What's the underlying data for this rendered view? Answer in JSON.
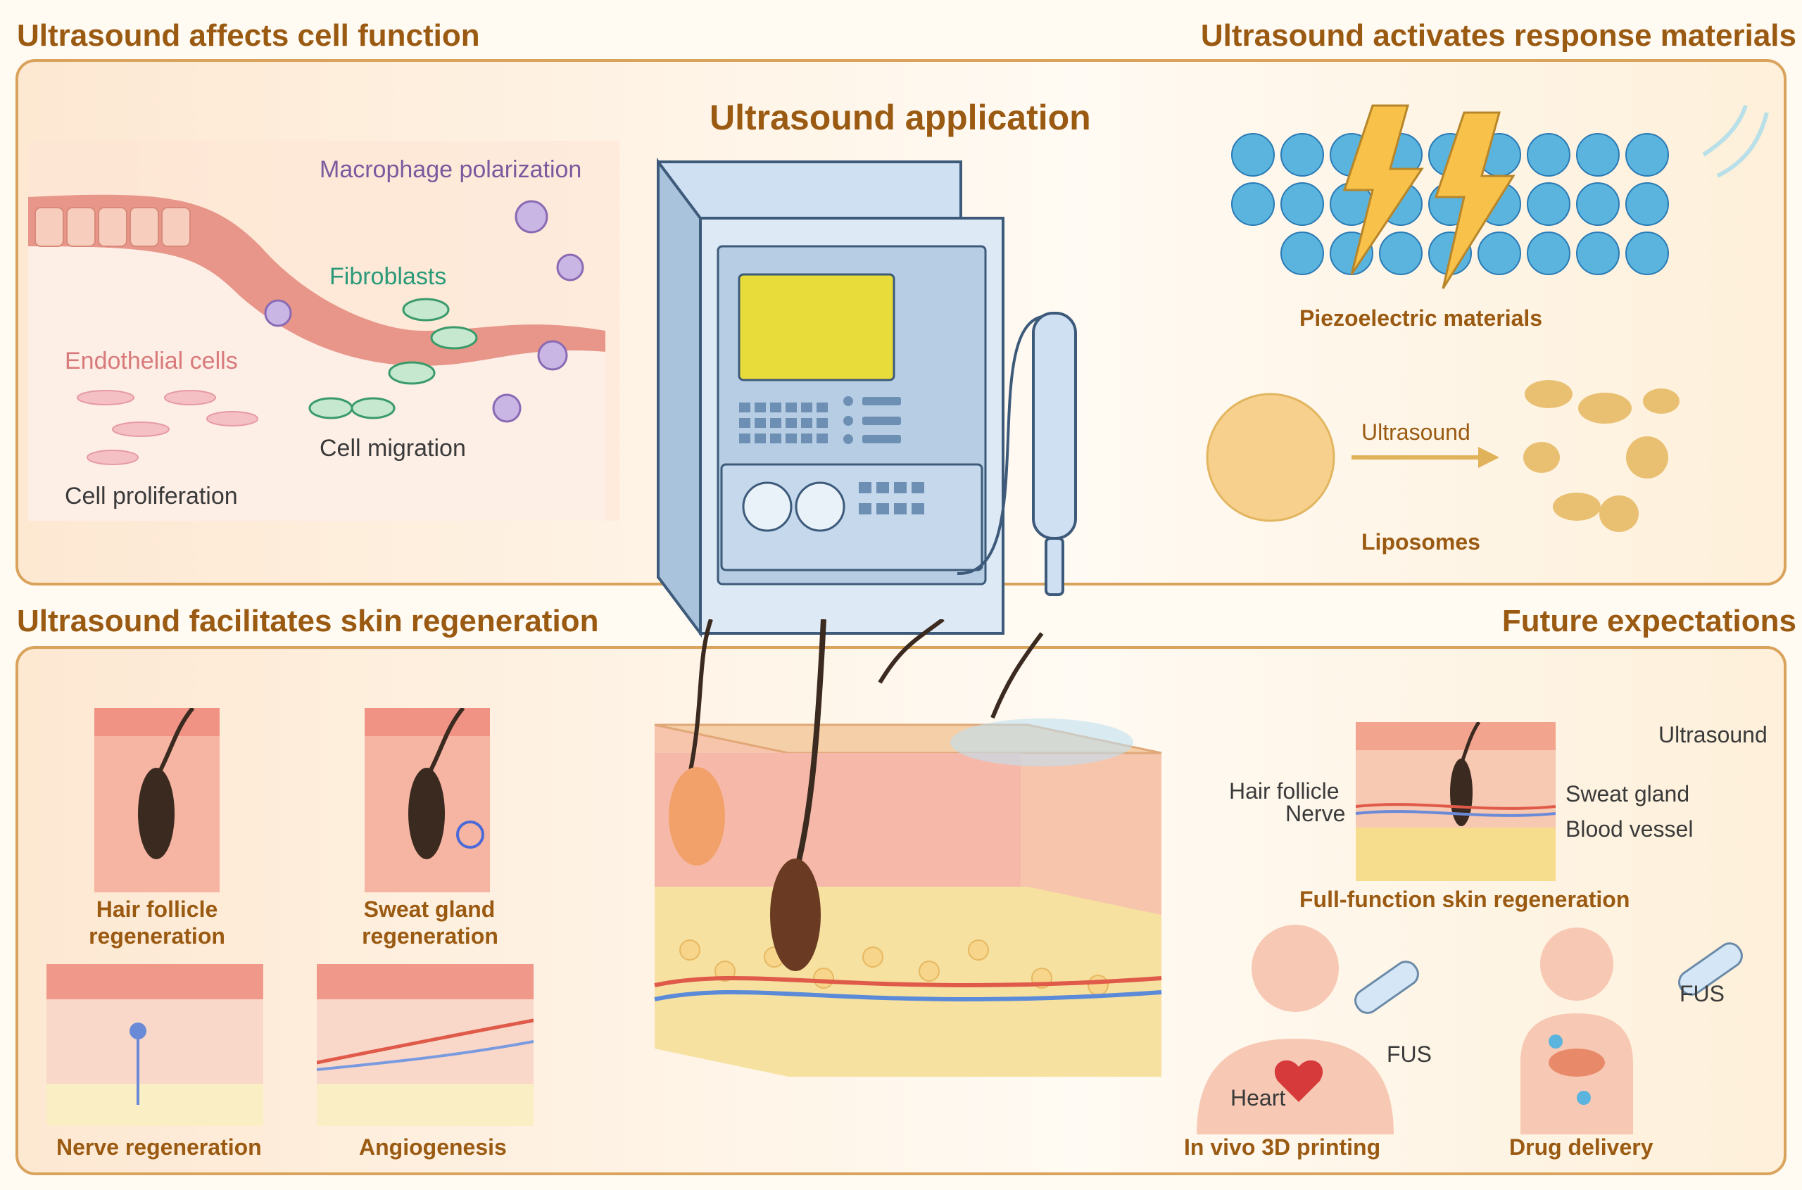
{
  "sections": {
    "cell_function": "Ultrasound affects cell function",
    "response_materials": "Ultrasound activates response materials",
    "skin_regeneration": "Ultrasound facilitates skin regeneration",
    "future": "Future expectations",
    "application": "Ultrasound application"
  },
  "cell_function_labels": {
    "macrophage": "Macrophage polarization",
    "fibroblasts": "Fibroblasts",
    "endothelial": "Endothelial cells",
    "migration": "Cell migration",
    "proliferation": "Cell proliferation"
  },
  "materials_labels": {
    "piezo": "Piezoelectric materials",
    "ultrasound": "Ultrasound",
    "liposomes": "Liposomes"
  },
  "regeneration_labels": {
    "hair_line1": "Hair follicle",
    "hair_line2": "regeneration",
    "sweat_line1": "Sweat gland",
    "sweat_line2": "regeneration",
    "nerve": "Nerve regeneration",
    "angio": "Angiogenesis"
  },
  "future_labels": {
    "ultrasound": "Ultrasound",
    "hair_follicle": "Hair follicle",
    "nerve": "Nerve",
    "sweat_gland": "Sweat gland",
    "blood_vessel": "Blood vessel",
    "full_function": "Full-function skin regeneration",
    "fus1": "FUS",
    "fus2": "FUS",
    "heart": "Heart",
    "printing": "In vivo 3D printing",
    "drug": "Drug delivery"
  },
  "colors": {
    "heading": "#9a5a12",
    "panel_border": "#d9a35c",
    "macrophage": "#7a5a9e",
    "fibroblast": "#2a9a78",
    "endothelial": "#d87a7a"
  }
}
